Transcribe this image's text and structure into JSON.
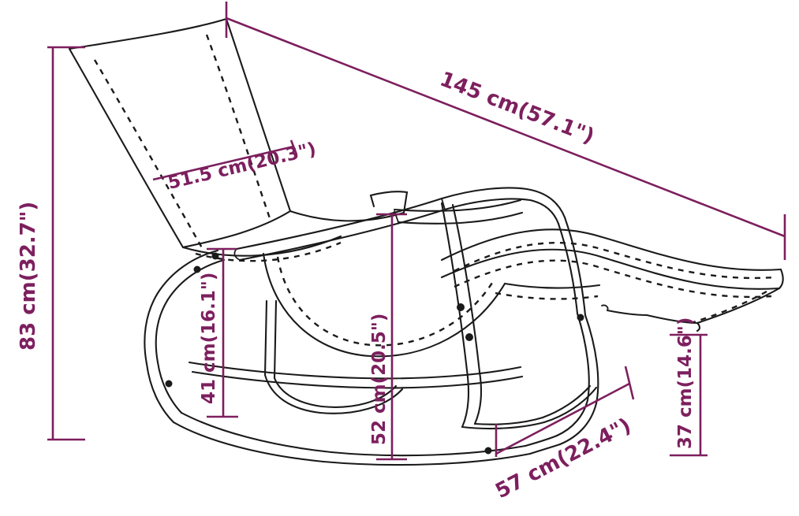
{
  "document": {
    "title": "Sun Lounger Dimension Diagram",
    "type": "technical-product-drawing",
    "subject": "rocking sun lounger / outdoor chaise longue",
    "background_color": "#ffffff",
    "line_color": "#1a1a1a",
    "dimension_color": "#7d1f5e"
  },
  "dimensions": {
    "overall_length": {
      "label": "145 cm(57.1\")",
      "value_cm": 145,
      "value_in": 57.1,
      "name": "overall-length",
      "orientation": "diagonal"
    },
    "overall_height": {
      "label": "83 cm(32.7\")",
      "value_cm": 83,
      "value_in": 32.7,
      "name": "overall-height",
      "orientation": "vertical-rotated"
    },
    "backrest_width": {
      "label": "51.5 cm(20.3\")",
      "value_cm": 51.5,
      "value_in": 20.3,
      "name": "backrest-width",
      "orientation": "diagonal"
    },
    "seat_height": {
      "label": "41 cm(16.1\")",
      "value_cm": 41,
      "value_in": 16.1,
      "name": "seat-height",
      "orientation": "vertical-rotated"
    },
    "armrest_height": {
      "label": "52 cm(20.5\")",
      "value_cm": 52,
      "value_in": 20.5,
      "name": "armrest-height",
      "orientation": "vertical-rotated"
    },
    "base_width": {
      "label": "57 cm(22.4\")",
      "value_cm": 57,
      "value_in": 22.4,
      "name": "base-width",
      "orientation": "diagonal"
    },
    "footrest_height": {
      "label": "37 cm(14.6\")",
      "value_cm": 37,
      "value_in": 14.6,
      "name": "footrest-height",
      "orientation": "vertical-rotated"
    }
  }
}
